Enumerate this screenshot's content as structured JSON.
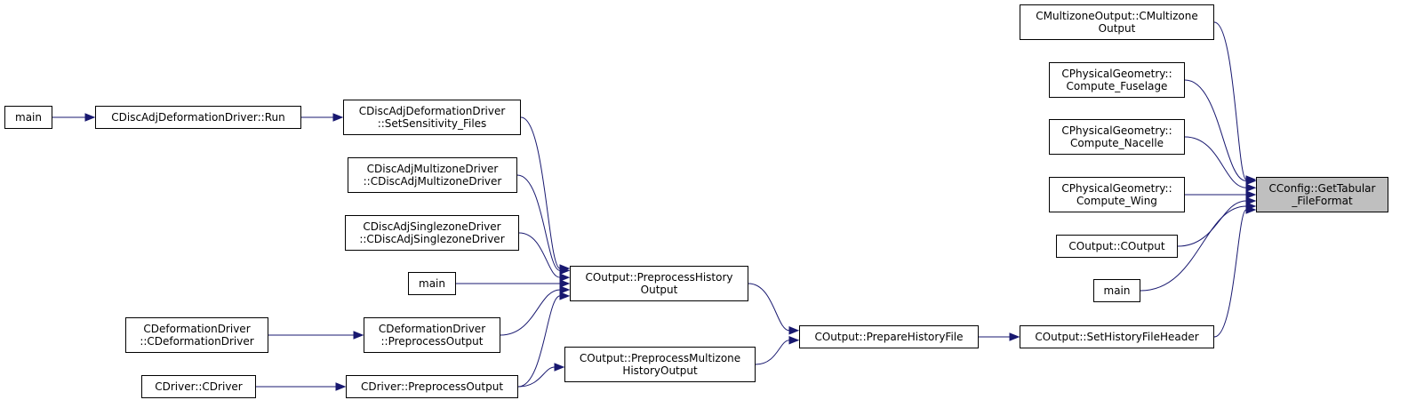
{
  "colors": {
    "edge": "#191970",
    "focus_fill": "#bfbfbf",
    "node_border": "#000000"
  },
  "nodes": {
    "getTabular": {
      "label": "CConfig::GetTabular\n_FileFormat",
      "focus": true
    },
    "multizoneOutput": {
      "label": "CMultizoneOutput::CMultizone\nOutput"
    },
    "computeFuselage": {
      "label": "CPhysicalGeometry::\nCompute_Fuselage"
    },
    "computeNacelle": {
      "label": "CPhysicalGeometry::\nCompute_Nacelle"
    },
    "computeWing": {
      "label": "CPhysicalGeometry::\nCompute_Wing"
    },
    "coutput": {
      "label": "COutput::COutput"
    },
    "mainRight": {
      "label": "main"
    },
    "setHistoryHeader": {
      "label": "COutput::SetHistoryFileHeader"
    },
    "prepareHistory": {
      "label": "COutput::PrepareHistoryFile"
    },
    "preprocHistory": {
      "label": "COutput::PreprocessHistory\nOutput"
    },
    "preprocMultiHist": {
      "label": "COutput::PreprocessMultizone\nHistoryOutput"
    },
    "setSensitivity": {
      "label": "CDiscAdjDeformationDriver\n::SetSensitivity_Files"
    },
    "discAdjMulti": {
      "label": "CDiscAdjMultizoneDriver\n::CDiscAdjMultizoneDriver"
    },
    "discAdjSingle": {
      "label": "CDiscAdjSinglezoneDriver\n::CDiscAdjSinglezoneDriver"
    },
    "mainMid": {
      "label": "main"
    },
    "deformPreproc": {
      "label": "CDeformationDriver\n::PreprocessOutput"
    },
    "driverPreproc": {
      "label": "CDriver::PreprocessOutput"
    },
    "deformCtor": {
      "label": "CDeformationDriver\n::CDeformationDriver"
    },
    "driverCtor": {
      "label": "CDriver::CDriver"
    },
    "discAdjRun": {
      "label": "CDiscAdjDeformationDriver::Run"
    },
    "mainLeft": {
      "label": "main"
    }
  },
  "edges": [
    [
      "multizoneOutput",
      "getTabular"
    ],
    [
      "computeFuselage",
      "getTabular"
    ],
    [
      "computeNacelle",
      "getTabular"
    ],
    [
      "computeWing",
      "getTabular"
    ],
    [
      "coutput",
      "getTabular"
    ],
    [
      "mainRight",
      "getTabular"
    ],
    [
      "setHistoryHeader",
      "getTabular"
    ],
    [
      "prepareHistory",
      "setHistoryHeader"
    ],
    [
      "preprocHistory",
      "prepareHistory"
    ],
    [
      "preprocMultiHist",
      "prepareHistory"
    ],
    [
      "setSensitivity",
      "preprocHistory"
    ],
    [
      "discAdjMulti",
      "preprocHistory"
    ],
    [
      "discAdjSingle",
      "preprocHistory"
    ],
    [
      "mainMid",
      "preprocHistory"
    ],
    [
      "deformPreproc",
      "preprocHistory"
    ],
    [
      "driverPreproc",
      "preprocHistory"
    ],
    [
      "driverPreproc",
      "preprocMultiHist"
    ],
    [
      "deformCtor",
      "deformPreproc"
    ],
    [
      "driverCtor",
      "driverPreproc"
    ],
    [
      "discAdjRun",
      "setSensitivity"
    ],
    [
      "mainLeft",
      "discAdjRun"
    ]
  ]
}
